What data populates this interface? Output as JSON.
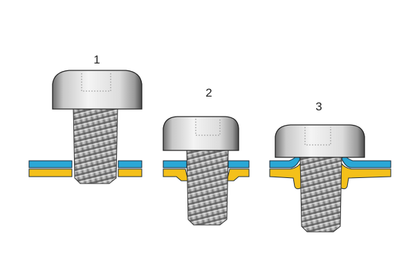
{
  "diagram": {
    "stages": [
      {
        "label": "1"
      },
      {
        "label": "2"
      },
      {
        "label": "3"
      }
    ],
    "colors": {
      "top_plate": "#2aa7d6",
      "bottom_plate": "#f4c01a",
      "outline": "#1a2a3a",
      "metal_light": "#f2f2f2",
      "metal_dark": "#7a7a7a"
    }
  }
}
